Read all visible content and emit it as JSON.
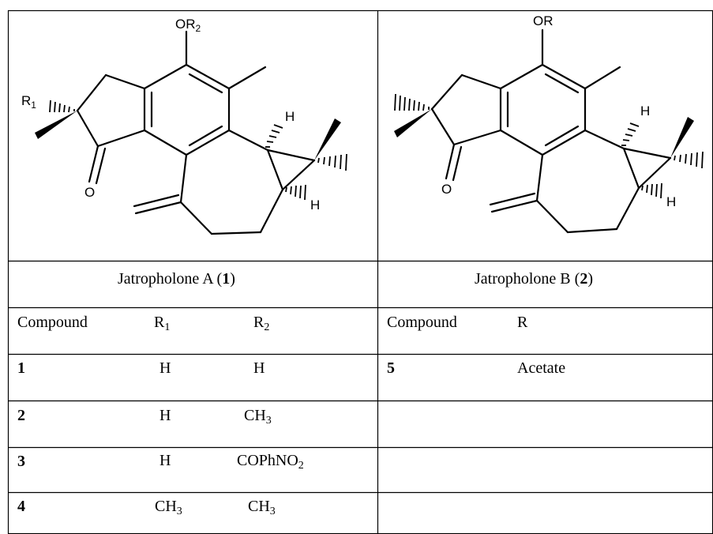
{
  "structures": {
    "left": {
      "substituent_top": "OR",
      "substituent_top_sub": "2",
      "substituent_left": "R",
      "substituent_left_sub": "1",
      "h_upper": "H",
      "h_lower": "H",
      "carbonyl_o": "O"
    },
    "right": {
      "substituent_top": "OR",
      "h_upper": "H",
      "h_lower": "H",
      "carbonyl_o": "O"
    }
  },
  "captions": {
    "left_name": "Jatropholone A (",
    "left_num": "1",
    "left_close": ")",
    "right_name": "Jatropholone  B (",
    "right_num": "2",
    "right_close": ")"
  },
  "left_table": {
    "headers": {
      "compound": "Compound",
      "r1": "R",
      "r1_sub": "1",
      "r2": "R",
      "r2_sub": "2"
    },
    "rows": [
      {
        "compound": "1",
        "r1": "H",
        "r1_sub": "",
        "r2": "H",
        "r2_sub": "",
        "r2_tail": ""
      },
      {
        "compound": "2",
        "r1": "H",
        "r1_sub": "",
        "r2": "CH",
        "r2_sub": "3",
        "r2_tail": ""
      },
      {
        "compound": "3",
        "r1": "H",
        "r1_sub": "",
        "r2": "COPhNO",
        "r2_sub": "2",
        "r2_tail": ""
      },
      {
        "compound": "4",
        "r1": "CH",
        "r1_sub": "3",
        "r2": "CH",
        "r2_sub": "3",
        "r2_tail": ""
      }
    ]
  },
  "right_table": {
    "headers": {
      "compound": "Compound",
      "r": "R"
    },
    "rows": [
      {
        "compound": "5",
        "r": "Acetate"
      }
    ]
  }
}
